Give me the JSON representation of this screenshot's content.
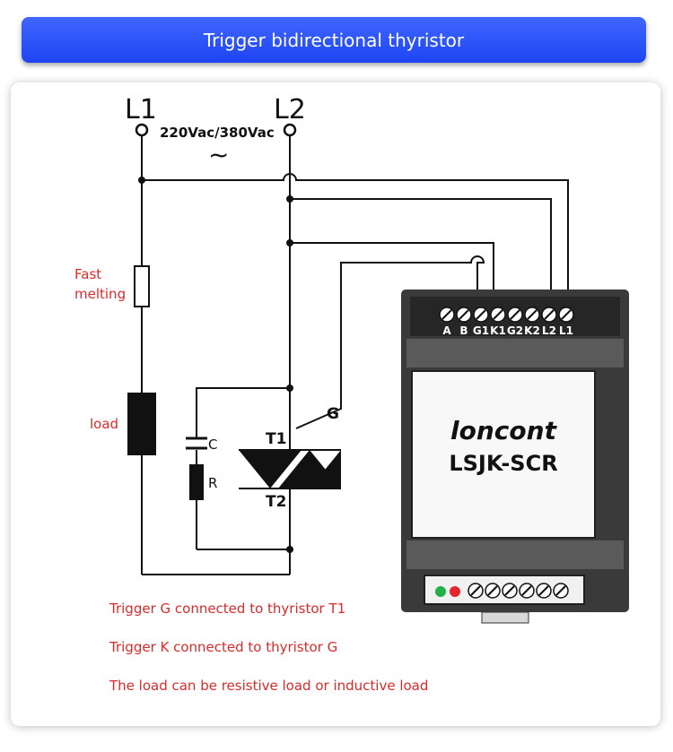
{
  "banner": {
    "title": "Trigger bidirectional thyristor"
  },
  "circuit": {
    "terminal_l1": "L1",
    "terminal_l2": "L2",
    "voltage": "220Vac/380Vac",
    "ac_symbol": "~",
    "fuse_label_line1": "Fast",
    "fuse_label_line2": "melting",
    "load_label": "load",
    "capacitor_label": "C",
    "resistor_label": "R",
    "thyristor_t1": "T1",
    "thyristor_t2": "T2",
    "gate_label": "G"
  },
  "module": {
    "brand": "loncont",
    "model": "LSJK-SCR",
    "terminals": [
      "A",
      "B",
      "G1",
      "K1",
      "G2",
      "K2",
      "L2",
      "L1"
    ],
    "indicator_colors": [
      "#22b04a",
      "#e3262b"
    ]
  },
  "notes": [
    "Trigger G connected to thyristor T1",
    "Trigger K connected to thyristor G",
    "The load can be resistive load or inductive load"
  ],
  "colors": {
    "banner": "#2b50f7",
    "note_text": "#d92b2b",
    "wire": "#111111"
  }
}
